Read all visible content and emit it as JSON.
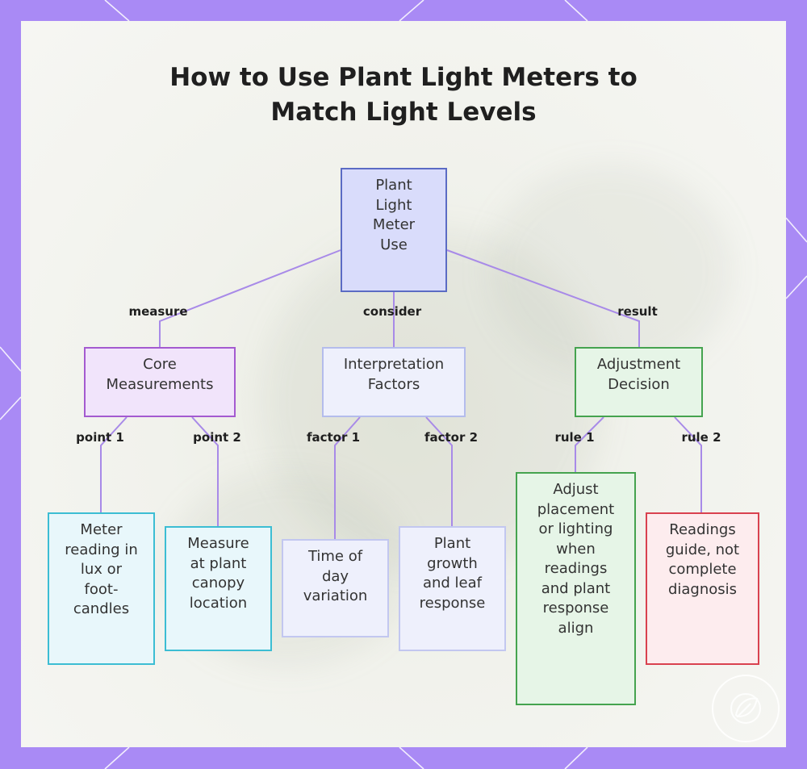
{
  "title_lines": [
    "How to Use Plant Light Meters to",
    "Match Light Levels"
  ],
  "nodes": {
    "root": {
      "lines": [
        "Plant",
        "Light",
        "Meter",
        "Use"
      ]
    },
    "core": {
      "lines": [
        "Core",
        "Measurements"
      ]
    },
    "interp": {
      "lines": [
        "Interpretation",
        "Factors"
      ]
    },
    "adjust": {
      "lines": [
        "Adjustment",
        "Decision"
      ]
    },
    "meter": {
      "lines": [
        "Meter",
        "reading in",
        "lux or",
        "foot-",
        "candles"
      ]
    },
    "canopy": {
      "lines": [
        "Measure",
        "at plant",
        "canopy",
        "location"
      ]
    },
    "time": {
      "lines": [
        "Time of",
        "day",
        "variation"
      ]
    },
    "growth": {
      "lines": [
        "Plant",
        "growth",
        "and leaf",
        "response"
      ]
    },
    "placement": {
      "lines": [
        "Adjust",
        "placement",
        "or lighting",
        "when",
        "readings",
        "and plant",
        "response",
        "align"
      ]
    },
    "guide": {
      "lines": [
        "Readings",
        "guide, not",
        "complete",
        "diagnosis"
      ]
    }
  },
  "edge_labels": {
    "measure": "measure",
    "consider": "consider",
    "result": "result",
    "point1": "point 1",
    "point2": "point 2",
    "factor1": "factor 1",
    "factor2": "factor 2",
    "rule1": "rule 1",
    "rule2": "rule 2"
  },
  "colors": {
    "background": "#a98af5",
    "edge": "#a88ae8",
    "root_fill": "#d9dcfb",
    "root_border": "#5b6bc4",
    "core_fill": "#f1e4fb",
    "core_border": "#a45ad0",
    "interp_fill": "#eef0fc",
    "interp_border": "#b4bcec",
    "adjust_fill": "#e6f5e7",
    "adjust_border": "#45a34f",
    "cyan_fill": "#e8f7fb",
    "cyan_border": "#3cbdd3",
    "pale_fill": "#eef0fc",
    "pale_border": "#c2c7f0",
    "green_fill": "#e6f5e7",
    "green_border": "#45a34f",
    "red_fill": "#fdecee",
    "red_border": "#d9414f"
  },
  "logo_icon": "leaf-brand-icon"
}
